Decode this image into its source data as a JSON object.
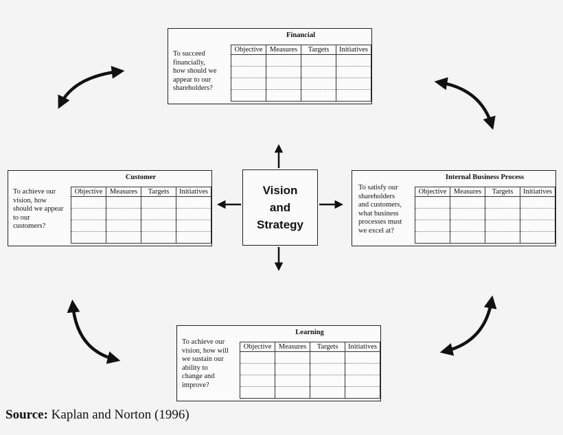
{
  "columns": [
    "Objective",
    "Measures",
    "Targets",
    "Initiatives"
  ],
  "center": {
    "line1": "Vision",
    "line2": "and",
    "line3": "Strategy"
  },
  "financial": {
    "title": "Financial",
    "question": [
      "To succeed",
      "financially,",
      "how should we",
      "appear to our",
      "shareholders?"
    ]
  },
  "customer": {
    "title": "Customer",
    "question": [
      "To achieve our",
      "vision, how",
      "should we appear",
      "to our",
      "customers?"
    ]
  },
  "internal": {
    "title": "Internal Business Process",
    "question": [
      "To satisfy our",
      "shareholders",
      "and customers,",
      "what business",
      "processes must",
      "we excel at?"
    ]
  },
  "learning": {
    "title": "Learning",
    "question": [
      "To achieve our",
      "vision, how will",
      "we sustain our",
      "ability to",
      "change and",
      "improve?"
    ]
  },
  "source": {
    "label": "Source:",
    "text": "Kaplan and Norton (1996)"
  }
}
